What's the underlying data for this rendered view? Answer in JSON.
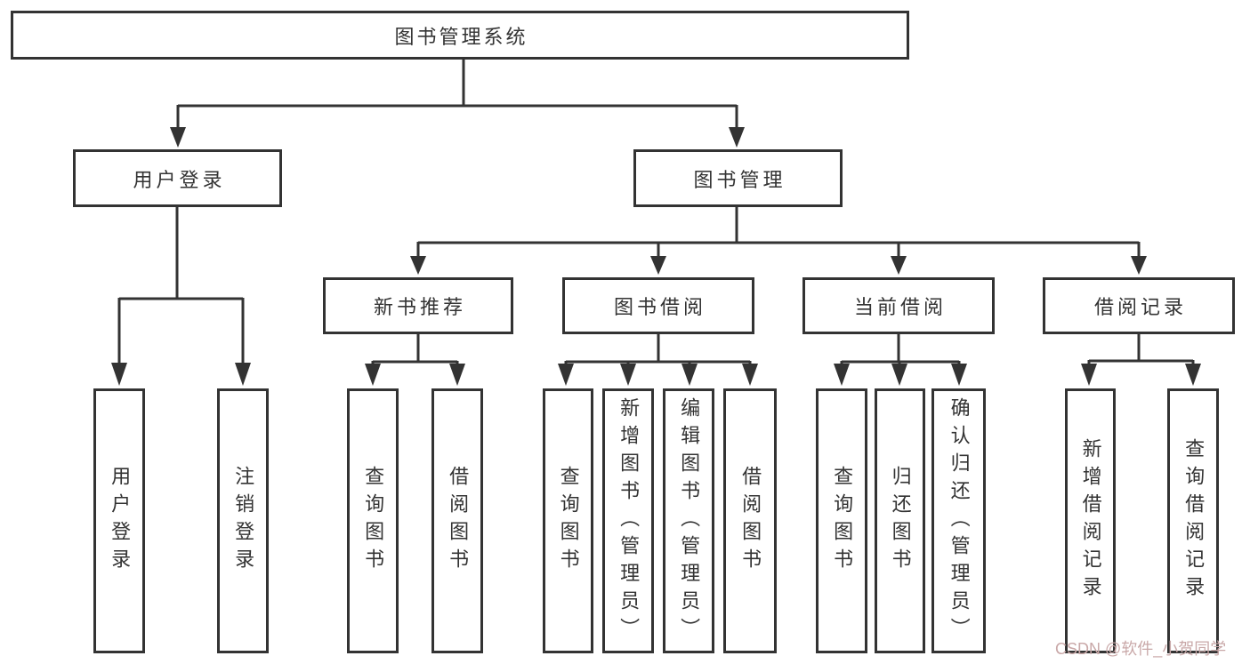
{
  "diagram_title": "图书管理系统",
  "style": {
    "background": "#ffffff",
    "box_fill": "#ffffff",
    "box_border_color": "#333333",
    "line_color": "#333333",
    "text_color": "#333333",
    "watermark_color": "#c9a8a8"
  },
  "tree": {
    "root": {
      "label": "图书管理系统",
      "children": [
        {
          "label": "用户登录",
          "children": [
            {
              "label": "用户登录"
            },
            {
              "label": "注销登录"
            }
          ]
        },
        {
          "label": "图书管理",
          "children": [
            {
              "label": "新书推荐",
              "children": [
                {
                  "label": "查询图书"
                },
                {
                  "label": "借阅图书"
                }
              ]
            },
            {
              "label": "图书借阅",
              "children": [
                {
                  "label": "查询图书"
                },
                {
                  "label": "新增图书（管理员）"
                },
                {
                  "label": "编辑图书（管理员）"
                },
                {
                  "label": "借阅图书"
                }
              ]
            },
            {
              "label": "当前借阅",
              "children": [
                {
                  "label": "查询图书"
                },
                {
                  "label": "归还图书"
                },
                {
                  "label": "确认归还（管理员）"
                }
              ]
            },
            {
              "label": "借阅记录",
              "children": [
                {
                  "label": "新增借阅记录"
                },
                {
                  "label": "查询借阅记录"
                }
              ]
            }
          ]
        }
      ]
    }
  },
  "watermark": {
    "text": "CSDN @软件_小贺同学"
  }
}
